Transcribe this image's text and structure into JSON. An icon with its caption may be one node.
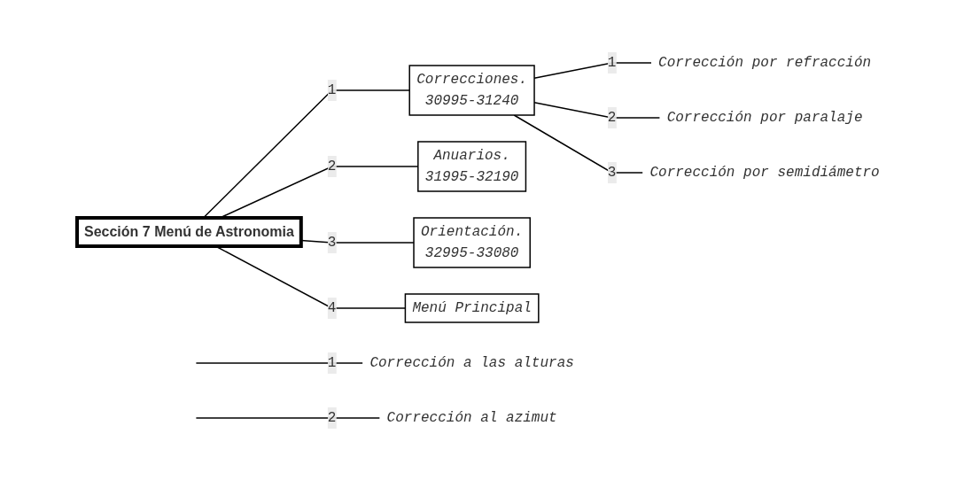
{
  "diagram": {
    "nodes": [
      {
        "text": [
          "Sección 7 Menú de Astronomia"
        ]
      },
      {
        "text": [
          "Correcciones.",
          "30995-31240"
        ]
      },
      {
        "text": [
          "Anuarios.",
          "31995-32190"
        ]
      },
      {
        "text": [
          "Orientación.",
          "32995-33080"
        ]
      },
      {
        "text": [
          "Menú Principal"
        ]
      },
      {
        "text": [
          "Corrección por refracción"
        ]
      },
      {
        "text": [
          "Corrección por paralaje"
        ]
      },
      {
        "text": [
          "Corrección por semidiámetro"
        ]
      },
      {
        "text": [
          "Corrección a las alturas"
        ]
      },
      {
        "text": [
          "Corrección al azimut"
        ]
      }
    ],
    "edges": [
      {
        "from": 0,
        "to": 1,
        "arrow": "none",
        "label": "1"
      },
      {
        "from": 0,
        "to": 2,
        "arrow": "none",
        "label": "2"
      },
      {
        "from": 0,
        "to": 3,
        "arrow": "none",
        "label": "3"
      },
      {
        "from": 0,
        "to": 4,
        "arrow": "none",
        "label": "4"
      },
      {
        "from": 1,
        "to": 5,
        "arrow": "none",
        "label": "1"
      },
      {
        "from": 1,
        "to": 6,
        "arrow": "none",
        "label": "2"
      },
      {
        "from": 1,
        "to": 7,
        "arrow": "none",
        "label": "3"
      },
      {
        "from": null,
        "to": 8,
        "arrow": "none",
        "label": "1"
      },
      {
        "from": null,
        "to": 9,
        "arrow": "none",
        "label": "2"
      }
    ]
  }
}
